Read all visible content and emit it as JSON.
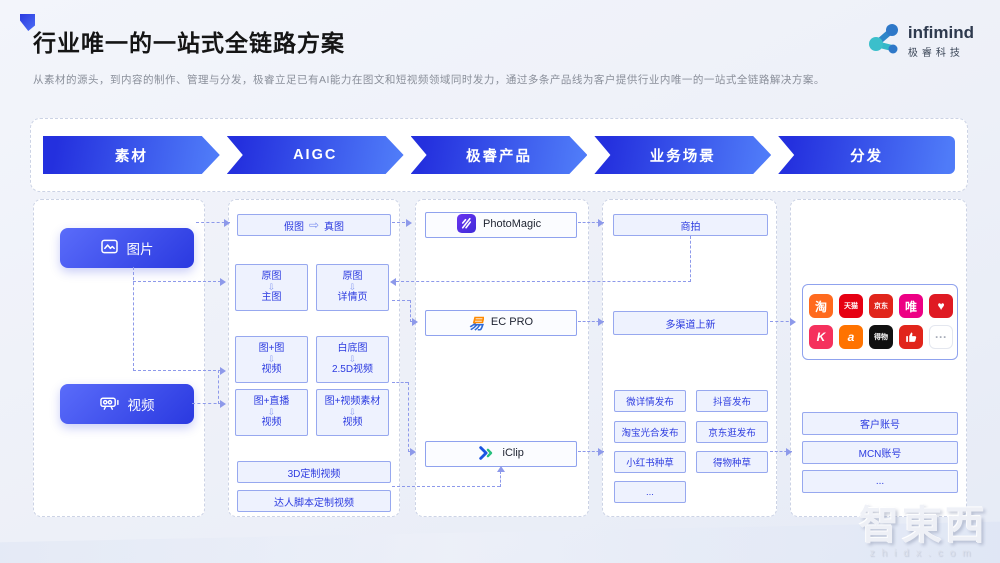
{
  "page": {
    "title": "行业唯一的一站式全链路方案",
    "subtitle": "从素材的源头，到内容的制作、管理与分发，极睿立足已有AI能力在图文和短视频领域同时发力，通过多条产品线为客户提供行业内唯一的一站式全链路解决方案。",
    "watermark": {
      "text": "智東西",
      "domain": "zhidx.com"
    }
  },
  "logo": {
    "name": "infimind",
    "company": "极睿科技",
    "icon": "molecule-icon"
  },
  "flow": [
    "素材",
    "AIGC",
    "极睿产品",
    "业务场景",
    "分发"
  ],
  "material": [
    {
      "label": "图片",
      "icon": "image-icon"
    },
    {
      "label": "视频",
      "icon": "video-icon"
    }
  ],
  "aigc": {
    "fake_to_real": {
      "left": "假图",
      "arrow": "⇨",
      "right": "真图"
    },
    "pair_arrow": "⇩",
    "pairs": [
      {
        "top": "原图",
        "bottom": "主图"
      },
      {
        "top": "原图",
        "bottom": "详情页"
      },
      {
        "top": "图+图",
        "bottom": "视频"
      },
      {
        "top": "白底图",
        "bottom": "2.5D视频"
      },
      {
        "top": "图+直播",
        "bottom": "视频"
      },
      {
        "top": "图+视频素材",
        "bottom": "视频"
      }
    ],
    "wide": [
      "3D定制视频",
      "达人脚本定制视频"
    ]
  },
  "products": [
    {
      "name": "PhotoMagic",
      "icon": "photomagic-icon"
    },
    {
      "name": "EC PRO",
      "icon": "ecpro-icon"
    },
    {
      "name": "iClip",
      "icon": "iclip-icon"
    }
  ],
  "scenarios": {
    "top": "商拍",
    "multi": "多渠道上新",
    "grid": [
      "微详情发布",
      "抖音发布",
      "淘宝光合发布",
      "京东逛发布",
      "小红书种草",
      "得物种草",
      "..."
    ]
  },
  "distribution": {
    "apps": [
      {
        "name": "taobao",
        "glyph": "淘",
        "style": "background:#FF6A1E"
      },
      {
        "name": "tmall",
        "glyph": "天猫",
        "style": "background:#E60012"
      },
      {
        "name": "jd",
        "glyph": "京东",
        "style": "background:#E1251B"
      },
      {
        "name": "vipshop",
        "glyph": "唯",
        "style": "background:#ED0084"
      },
      {
        "name": "heart-flower",
        "glyph": "♥",
        "style": "background:#DF1A23"
      },
      {
        "name": "k-app",
        "glyph": "K",
        "style": "background:#F5315D"
      },
      {
        "name": "alibaba",
        "glyph": "a",
        "style": "background:#FF7300"
      },
      {
        "name": "dewu",
        "glyph": "得物",
        "style": "background:#111111"
      },
      {
        "name": "thumbs-up",
        "glyph": "",
        "style": "background:#E1251B"
      },
      {
        "name": "more",
        "glyph": "···",
        "style": "background:#FFFFFF;color:#A7ACB8;border:1px solid #E4E7EF"
      }
    ],
    "accounts": [
      "客户账号",
      "MCN账号",
      "..."
    ]
  },
  "colors": {
    "accent": "#2B3BE0",
    "arrow_gradient": [
      "#2430DE",
      "#4F7BF8"
    ],
    "node_fill": "#EEF2FE",
    "node_border": "#97A8EF",
    "node_text": "#2C3BE0",
    "connector": "#8D99EA"
  }
}
